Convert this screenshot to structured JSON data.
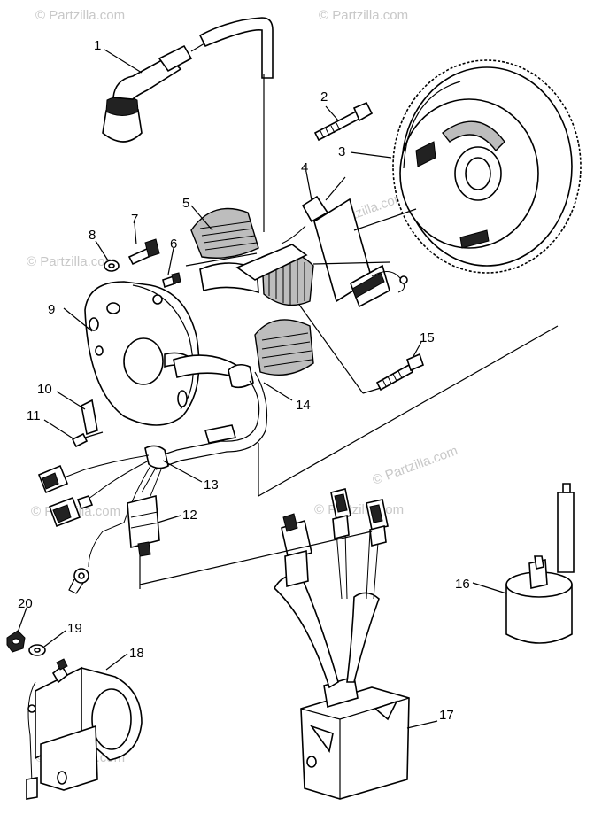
{
  "watermark": "© Partzilla.com",
  "callouts": [
    "1",
    "2",
    "3",
    "4",
    "5",
    "6",
    "7",
    "8",
    "9",
    "10",
    "11",
    "12",
    "13",
    "14",
    "15",
    "16",
    "17",
    "18",
    "19",
    "20"
  ]
}
